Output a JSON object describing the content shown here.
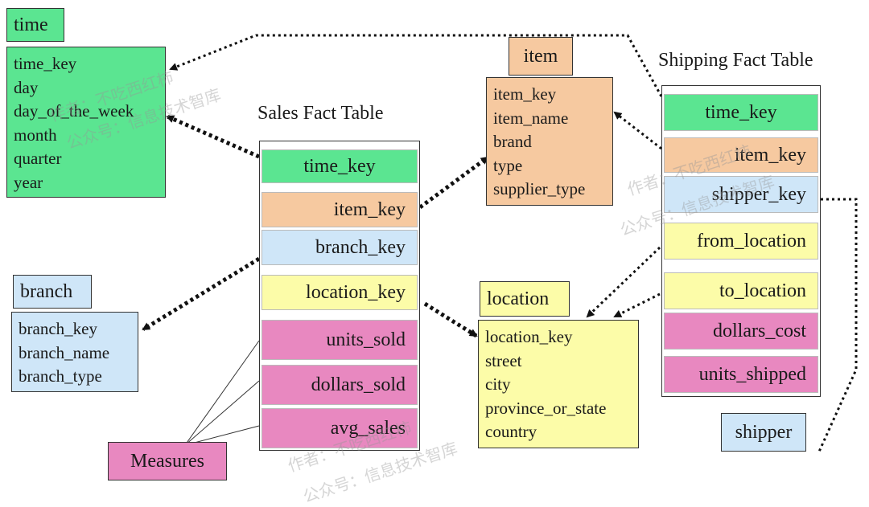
{
  "dimensions": {
    "time": {
      "name": "time",
      "attributes": [
        "time_key",
        "day",
        "day_of_the_week",
        "month",
        "quarter",
        "year"
      ],
      "color": "#5be591"
    },
    "item": {
      "name": "item",
      "attributes": [
        "item_key",
        "item_name",
        "brand",
        "type",
        "supplier_type"
      ],
      "color": "#f6c9a0"
    },
    "branch": {
      "name": "branch",
      "attributes": [
        "branch_key",
        "branch_name",
        "branch_type"
      ],
      "color": "#cfe6f8"
    },
    "location": {
      "name": "location",
      "attributes": [
        "location_key",
        "street",
        "city",
        "province_or_state",
        "country"
      ],
      "color": "#fcfca8"
    },
    "shipper": {
      "name": "shipper"
    }
  },
  "sales_fact": {
    "title": "Sales Fact Table",
    "rows": [
      "time_key",
      "item_key",
      "branch_key",
      "location_key",
      "units_sold",
      "dollars_sold",
      "avg_sales"
    ]
  },
  "shipping_fact": {
    "title": "Shipping Fact Table",
    "rows": [
      "time_key",
      "item_key",
      "shipper_key",
      "from_location",
      "to_location",
      "dollars_cost",
      "units_shipped"
    ]
  },
  "measures_label": "Measures",
  "measures_color": "#e888c0",
  "watermarks": [
    "作者：不吃西红柿",
    "公众号：信息技术智库"
  ]
}
